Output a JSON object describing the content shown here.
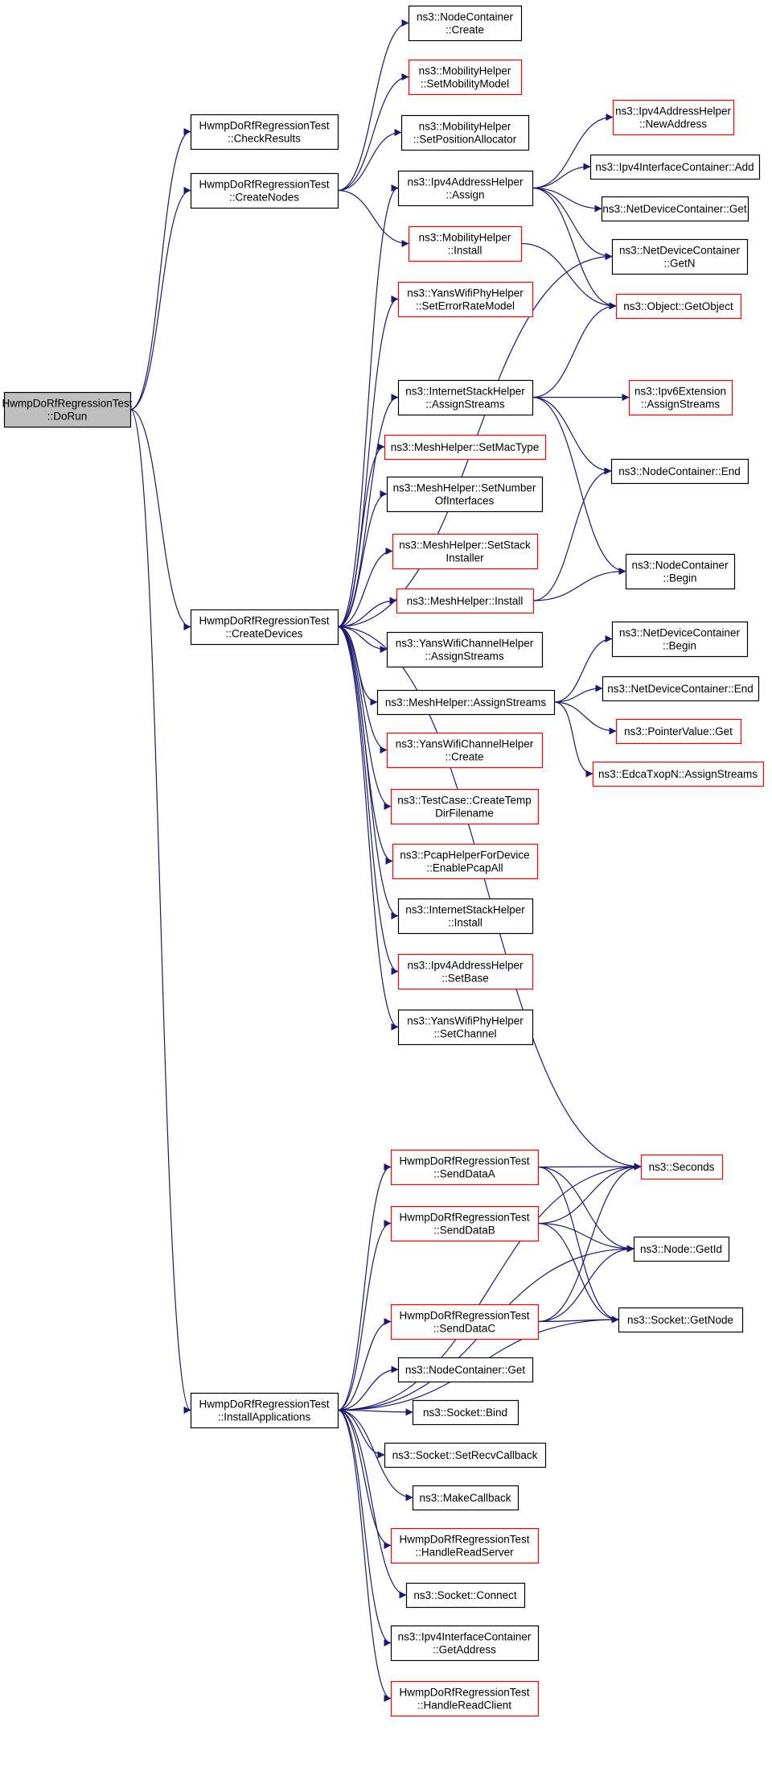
{
  "colors": {
    "edge": "#191970",
    "normal_border": "#000000",
    "red_border": "#ff0000",
    "root_fill": "#bfbfbf",
    "background": "#ffffff"
  },
  "nodes": {
    "doRun": {
      "lines": [
        "HwmpDoRfRegressionTest",
        "::DoRun"
      ],
      "style": "root"
    },
    "checkResults": {
      "lines": [
        "HwmpDoRfRegressionTest",
        "::CheckResults"
      ],
      "style": "normal"
    },
    "createNodes": {
      "lines": [
        "HwmpDoRfRegressionTest",
        "::CreateNodes"
      ],
      "style": "normal"
    },
    "createDevices": {
      "lines": [
        "HwmpDoRfRegressionTest",
        "::CreateDevices"
      ],
      "style": "normal"
    },
    "installApplications": {
      "lines": [
        "HwmpDoRfRegressionTest",
        "::InstallApplications"
      ],
      "style": "normal"
    },
    "nodeContainerCreate": {
      "lines": [
        "ns3::NodeContainer",
        "::Create"
      ],
      "style": "normal"
    },
    "mobilitySetModel": {
      "lines": [
        "ns3::MobilityHelper",
        "::SetMobilityModel"
      ],
      "style": "red"
    },
    "mobilitySetPosAlloc": {
      "lines": [
        "ns3::MobilityHelper",
        "::SetPositionAllocator"
      ],
      "style": "normal"
    },
    "ipv4AddrAssign": {
      "lines": [
        "ns3::Ipv4AddressHelper",
        "::Assign"
      ],
      "style": "normal"
    },
    "mobilityInstall": {
      "lines": [
        "ns3::MobilityHelper",
        "::Install"
      ],
      "style": "red"
    },
    "ipv4NewAddress": {
      "lines": [
        "ns3::Ipv4AddressHelper",
        "::NewAddress"
      ],
      "style": "red"
    },
    "ipv4IfcAdd": {
      "lines": [
        "ns3::Ipv4InterfaceContainer::Add"
      ],
      "style": "normal"
    },
    "ndcGet": {
      "lines": [
        "ns3::NetDeviceContainer::Get"
      ],
      "style": "normal"
    },
    "ndcGetN": {
      "lines": [
        "ns3::NetDeviceContainer",
        "::GetN"
      ],
      "style": "normal"
    },
    "objectGetObject": {
      "lines": [
        "ns3::Object::GetObject"
      ],
      "style": "red"
    },
    "yansPhySetErrorRate": {
      "lines": [
        "ns3::YansWifiPhyHelper",
        "::SetErrorRateModel"
      ],
      "style": "red"
    },
    "inetStackAssignStreams": {
      "lines": [
        "ns3::InternetStackHelper",
        "::AssignStreams"
      ],
      "style": "normal"
    },
    "ipv6ExtAssignStreams": {
      "lines": [
        "ns3::Ipv6Extension",
        "::AssignStreams"
      ],
      "style": "red"
    },
    "meshSetMacType": {
      "lines": [
        "ns3::MeshHelper::SetMacType"
      ],
      "style": "red"
    },
    "nodeContainerEnd": {
      "lines": [
        "ns3::NodeContainer::End"
      ],
      "style": "normal"
    },
    "meshSetNumIfaces": {
      "lines": [
        "ns3::MeshHelper::SetNumber",
        "OfInterfaces"
      ],
      "style": "normal"
    },
    "meshSetStackInstaller": {
      "lines": [
        "ns3::MeshHelper::SetStack",
        "Installer"
      ],
      "style": "red"
    },
    "nodeContainerBegin": {
      "lines": [
        "ns3::NodeContainer",
        "::Begin"
      ],
      "style": "normal"
    },
    "meshInstall": {
      "lines": [
        "ns3::MeshHelper::Install"
      ],
      "style": "red"
    },
    "yansChanAssignStreams": {
      "lines": [
        "ns3::YansWifiChannelHelper",
        "::AssignStreams"
      ],
      "style": "normal"
    },
    "ndcBegin": {
      "lines": [
        "ns3::NetDeviceContainer",
        "::Begin"
      ],
      "style": "normal"
    },
    "meshAssignStreams": {
      "lines": [
        "ns3::MeshHelper::AssignStreams"
      ],
      "style": "normal"
    },
    "ndcEnd": {
      "lines": [
        "ns3::NetDeviceContainer::End"
      ],
      "style": "normal"
    },
    "pointerValueGet": {
      "lines": [
        "ns3::PointerValue::Get"
      ],
      "style": "red"
    },
    "edcaAssignStreams": {
      "lines": [
        "ns3::EdcaTxopN::AssignStreams"
      ],
      "style": "red"
    },
    "yansChanCreate": {
      "lines": [
        "ns3::YansWifiChannelHelper",
        "::Create"
      ],
      "style": "red"
    },
    "testCaseCreateTemp": {
      "lines": [
        "ns3::TestCase::CreateTemp",
        "DirFilename"
      ],
      "style": "red"
    },
    "pcapEnableAll": {
      "lines": [
        "ns3::PcapHelperForDevice",
        "::EnablePcapAll"
      ],
      "style": "red"
    },
    "inetStackInstall": {
      "lines": [
        "ns3::InternetStackHelper",
        "::Install"
      ],
      "style": "normal"
    },
    "ipv4SetBase": {
      "lines": [
        "ns3::Ipv4AddressHelper",
        "::SetBase"
      ],
      "style": "red"
    },
    "yansPhySetChannel": {
      "lines": [
        "ns3::YansWifiPhyHelper",
        "::SetChannel"
      ],
      "style": "normal"
    },
    "sendDataA": {
      "lines": [
        "HwmpDoRfRegressionTest",
        "::SendDataA"
      ],
      "style": "red"
    },
    "seconds": {
      "lines": [
        "ns3::Seconds"
      ],
      "style": "red"
    },
    "sendDataB": {
      "lines": [
        "HwmpDoRfRegressionTest",
        "::SendDataB"
      ],
      "style": "red"
    },
    "nodeGetId": {
      "lines": [
        "ns3::Node::GetId"
      ],
      "style": "normal"
    },
    "sendDataC": {
      "lines": [
        "HwmpDoRfRegressionTest",
        "::SendDataC"
      ],
      "style": "red"
    },
    "socketGetNode": {
      "lines": [
        "ns3::Socket::GetNode"
      ],
      "style": "normal"
    },
    "nodeContainerGet": {
      "lines": [
        "ns3::NodeContainer::Get"
      ],
      "style": "normal"
    },
    "socketBind": {
      "lines": [
        "ns3::Socket::Bind"
      ],
      "style": "normal"
    },
    "socketSetRecvCb": {
      "lines": [
        "ns3::Socket::SetRecvCallback"
      ],
      "style": "normal"
    },
    "makeCallback": {
      "lines": [
        "ns3::MakeCallback"
      ],
      "style": "normal"
    },
    "handleReadServer": {
      "lines": [
        "HwmpDoRfRegressionTest",
        "::HandleReadServer"
      ],
      "style": "red"
    },
    "socketConnect": {
      "lines": [
        "ns3::Socket::Connect"
      ],
      "style": "normal"
    },
    "ipv4IfcGetAddress": {
      "lines": [
        "ns3::Ipv4InterfaceContainer",
        "::GetAddress"
      ],
      "style": "normal"
    },
    "handleReadClient": {
      "lines": [
        "HwmpDoRfRegressionTest",
        "::HandleReadClient"
      ],
      "style": "red"
    }
  },
  "edges": [
    [
      "doRun",
      "checkResults"
    ],
    [
      "doRun",
      "createNodes"
    ],
    [
      "doRun",
      "createDevices"
    ],
    [
      "doRun",
      "installApplications"
    ],
    [
      "createNodes",
      "nodeContainerCreate"
    ],
    [
      "createNodes",
      "mobilitySetModel"
    ],
    [
      "createNodes",
      "mobilitySetPosAlloc"
    ],
    [
      "createNodes",
      "mobilityInstall"
    ],
    [
      "mobilityInstall",
      "objectGetObject"
    ],
    [
      "ipv4AddrAssign",
      "ipv4NewAddress"
    ],
    [
      "ipv4AddrAssign",
      "ipv4IfcAdd"
    ],
    [
      "ipv4AddrAssign",
      "ndcGet"
    ],
    [
      "ipv4AddrAssign",
      "ndcGetN"
    ],
    [
      "ipv4AddrAssign",
      "objectGetObject"
    ],
    [
      "createDevices",
      "ipv4AddrAssign"
    ],
    [
      "createDevices",
      "yansPhySetErrorRate"
    ],
    [
      "createDevices",
      "ndcGetN"
    ],
    [
      "createDevices",
      "inetStackAssignStreams"
    ],
    [
      "createDevices",
      "meshSetMacType"
    ],
    [
      "createDevices",
      "meshSetNumIfaces"
    ],
    [
      "createDevices",
      "meshSetStackInstaller"
    ],
    [
      "createDevices",
      "meshInstall"
    ],
    [
      "createDevices",
      "yansChanAssignStreams"
    ],
    [
      "createDevices",
      "meshAssignStreams"
    ],
    [
      "createDevices",
      "yansChanCreate"
    ],
    [
      "createDevices",
      "testCaseCreateTemp"
    ],
    [
      "createDevices",
      "pcapEnableAll"
    ],
    [
      "createDevices",
      "inetStackInstall"
    ],
    [
      "createDevices",
      "ipv4SetBase"
    ],
    [
      "createDevices",
      "yansPhySetChannel"
    ],
    [
      "createDevices",
      "seconds"
    ],
    [
      "inetStackAssignStreams",
      "objectGetObject"
    ],
    [
      "inetStackAssignStreams",
      "ipv6ExtAssignStreams"
    ],
    [
      "inetStackAssignStreams",
      "nodeContainerEnd"
    ],
    [
      "inetStackAssignStreams",
      "nodeContainerBegin"
    ],
    [
      "meshInstall",
      "nodeContainerEnd"
    ],
    [
      "meshInstall",
      "nodeContainerBegin"
    ],
    [
      "meshAssignStreams",
      "ndcBegin"
    ],
    [
      "meshAssignStreams",
      "ndcEnd"
    ],
    [
      "meshAssignStreams",
      "pointerValueGet"
    ],
    [
      "meshAssignStreams",
      "edcaAssignStreams"
    ],
    [
      "installApplications",
      "seconds"
    ],
    [
      "installApplications",
      "sendDataA"
    ],
    [
      "installApplications",
      "sendDataB"
    ],
    [
      "installApplications",
      "nodeGetId"
    ],
    [
      "installApplications",
      "sendDataC"
    ],
    [
      "installApplications",
      "socketGetNode"
    ],
    [
      "installApplications",
      "nodeContainerGet"
    ],
    [
      "installApplications",
      "socketBind"
    ],
    [
      "installApplications",
      "socketSetRecvCb"
    ],
    [
      "installApplications",
      "makeCallback"
    ],
    [
      "installApplications",
      "handleReadServer"
    ],
    [
      "installApplications",
      "socketConnect"
    ],
    [
      "installApplications",
      "ipv4IfcGetAddress"
    ],
    [
      "installApplications",
      "handleReadClient"
    ],
    [
      "sendDataA",
      "seconds"
    ],
    [
      "sendDataA",
      "nodeGetId"
    ],
    [
      "sendDataA",
      "socketGetNode"
    ],
    [
      "sendDataB",
      "seconds"
    ],
    [
      "sendDataB",
      "nodeGetId"
    ],
    [
      "sendDataB",
      "socketGetNode"
    ],
    [
      "sendDataC",
      "seconds"
    ],
    [
      "sendDataC",
      "nodeGetId"
    ],
    [
      "sendDataC",
      "socketGetNode"
    ]
  ]
}
